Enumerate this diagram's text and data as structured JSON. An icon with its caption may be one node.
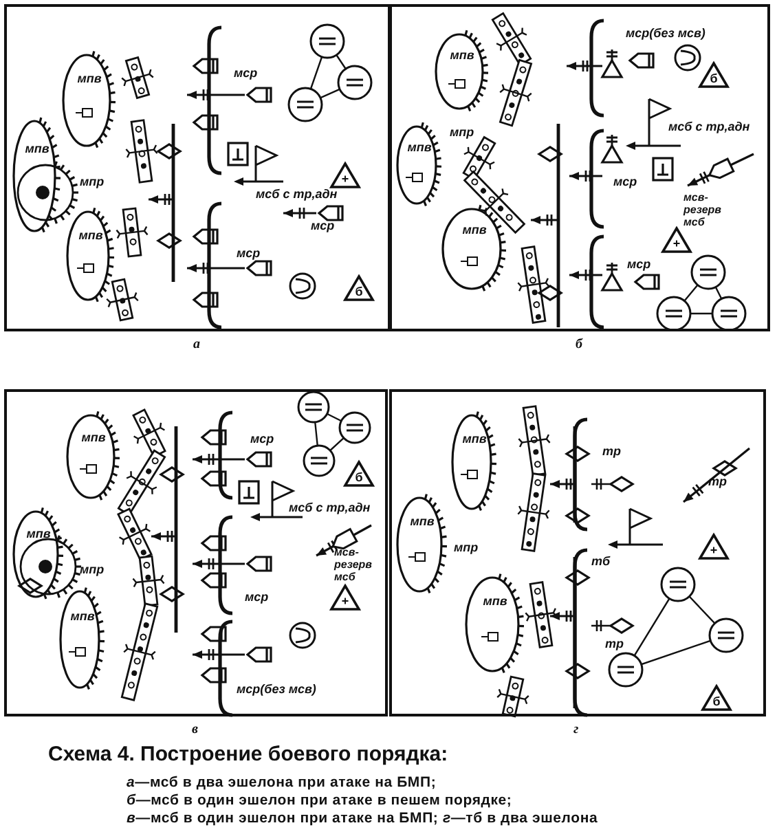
{
  "diagram": {
    "caption": "**Схема 4.** Построение боевого порядка:",
    "nodes": [
      {
        "text": [],
        "shape": "box",
        "beside": [
          "а"
        ]
      },
      {
        "text": [
          "мпв"
        ],
        "in": 0
      },
      {
        "text": [
          "мпв"
        ],
        "in": 0
      },
      {
        "text": [
          "мпв"
        ],
        "in": 0
      },
      {
        "text": [
          "+"
        ],
        "in": 0
      },
      {
        "text": [
          "б"
        ],
        "in": 0
      },
      {
        "text": [],
        "shape": "box",
        "beside": [
          "б"
        ]
      },
      {
        "text": [
          "мпв"
        ],
        "in": 6
      },
      {
        "text": [
          "мпв"
        ],
        "in": 6
      },
      {
        "text": [
          "мпв"
        ],
        "in": 6
      },
      {
        "text": [
          "б"
        ],
        "in": 6
      },
      {
        "text": [
          "+"
        ],
        "in": 6
      },
      {
        "text": [],
        "shape": "box",
        "beside": [
          "в"
        ]
      },
      {
        "text": [
          "мпв"
        ],
        "in": 12
      },
      {
        "text": [
          "мпв"
        ],
        "in": 12
      },
      {
        "text": [
          "мпв"
        ],
        "in": 12
      },
      {
        "text": [
          "б"
        ],
        "in": 12
      },
      {
        "text": [
          "+"
        ],
        "in": 12
      },
      {
        "text": [],
        "shape": "box",
        "beside": [
          "г"
        ]
      },
      {
        "text": [
          "мпв"
        ],
        "in": 18
      },
      {
        "text": [
          "мпв"
        ],
        "in": 18
      },
      {
        "text": [
          "мпв"
        ],
        "in": 18
      },
      {
        "text": [
          "+"
        ],
        "in": 18
      },
      {
        "text": [
          "б"
        ],
        "in": 18
      }
    ],
    "labels": [
      "мср",
      "мпр",
      "мсб с тр,адн",
      "мср",
      "мср",
      "мср(без мсв)",
      "мпр",
      "мсб с тр,адн",
      "мср",
      "мсв-резерв мсб",
      "мср",
      "мср",
      "мсб с тр,адн",
      "мсв-резерв мсб",
      "мпр",
      "мср",
      "мср(без мсв)",
      "тр",
      "тр",
      "мпр",
      "тб",
      "тр",
      "*а*—мсб в два эшелона при атаке на БМП;",
      "*б*—мсб в один эшелон при атаке в пешем порядке;",
      "*в*—мсб в один эшелон при атаке на БМП; *г*—тб в два эшелона"
    ]
  }
}
